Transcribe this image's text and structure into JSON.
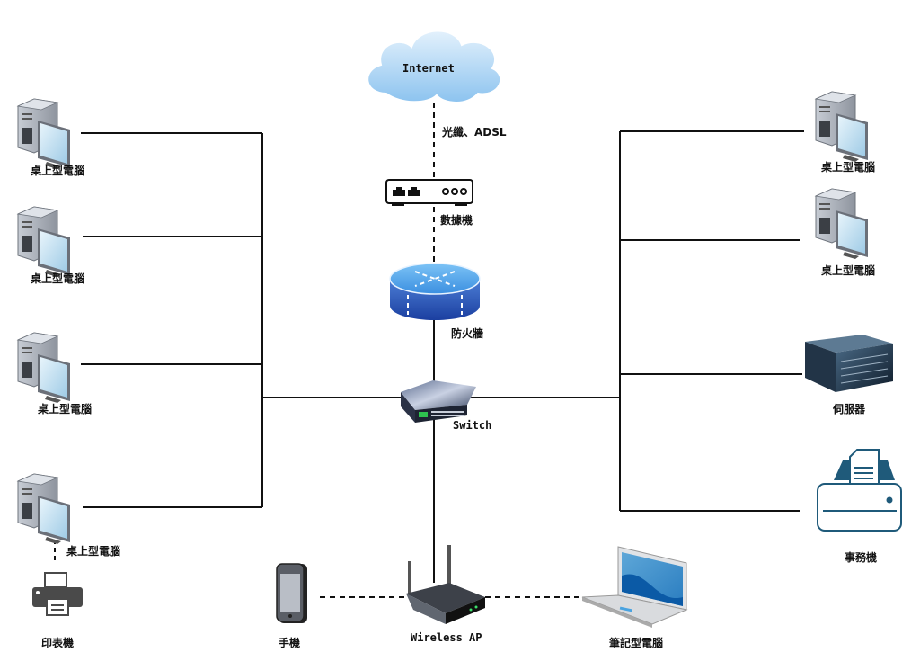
{
  "diagram": {
    "title": "",
    "nodes": {
      "internet": {
        "label": "Internet",
        "type": "cloud"
      },
      "link": {
        "label": "光纖、ADSL"
      },
      "modem": {
        "label": "數據機",
        "type": "modem"
      },
      "firewall": {
        "label": "防火牆",
        "type": "firewall"
      },
      "switch": {
        "label": "Switch",
        "type": "switch"
      },
      "wireless_ap": {
        "label": "Wireless AP",
        "type": "wireless-router"
      },
      "phone": {
        "label": "手機",
        "type": "mobile-phone"
      },
      "laptop": {
        "label": "筆記型電腦",
        "type": "laptop"
      },
      "left_pcs": [
        {
          "label": "桌上型電腦",
          "type": "desktop"
        },
        {
          "label": "桌上型電腦",
          "type": "desktop"
        },
        {
          "label": "桌上型電腦",
          "type": "desktop"
        },
        {
          "label": "桌上型電腦",
          "type": "desktop"
        }
      ],
      "printer": {
        "label": "印表機",
        "type": "printer"
      },
      "right_pcs": [
        {
          "label": "桌上型電腦",
          "type": "desktop"
        },
        {
          "label": "桌上型電腦",
          "type": "desktop"
        }
      ],
      "server": {
        "label": "伺服器",
        "type": "server"
      },
      "mfp": {
        "label": "事務機",
        "type": "multifunction-printer"
      }
    },
    "connections": [
      {
        "from": "internet",
        "to": "modem",
        "style": "dashed"
      },
      {
        "from": "modem",
        "to": "firewall",
        "style": "dashed"
      },
      {
        "from": "firewall",
        "to": "switch",
        "style": "solid"
      },
      {
        "from": "switch",
        "to": "left_pcs",
        "style": "solid"
      },
      {
        "from": "switch",
        "to": "right_pcs",
        "style": "solid"
      },
      {
        "from": "switch",
        "to": "server",
        "style": "solid"
      },
      {
        "from": "switch",
        "to": "mfp",
        "style": "solid"
      },
      {
        "from": "switch",
        "to": "wireless_ap",
        "style": "solid"
      },
      {
        "from": "wireless_ap",
        "to": "phone",
        "style": "dashed"
      },
      {
        "from": "wireless_ap",
        "to": "laptop",
        "style": "dashed"
      },
      {
        "from": "left_pcs.3",
        "to": "printer",
        "style": "dashed"
      }
    ],
    "colors": {
      "line": "#111111",
      "cloud": "#a9d4f5",
      "firewall": "#2f67c9",
      "mfp": "#1f5a7a",
      "printer": "#4a4a4a"
    }
  }
}
